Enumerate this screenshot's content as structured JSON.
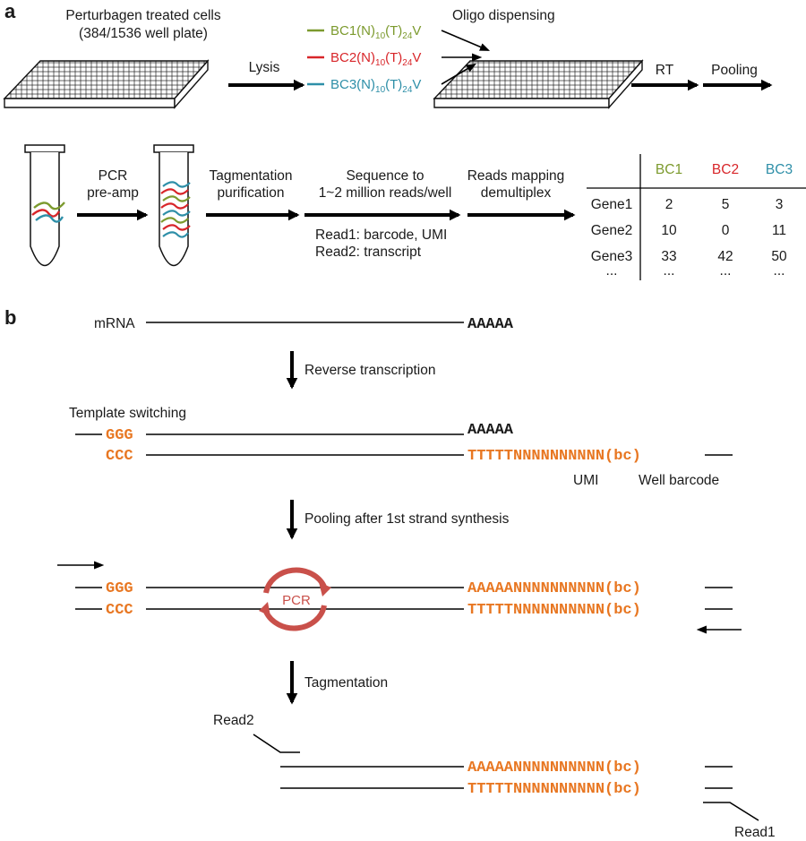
{
  "colors": {
    "bc1": "#7C9A2E",
    "bc2": "#D8262A",
    "bc3": "#2E8FA8",
    "sequence_orange": "#E87722",
    "pcr_red": "#C9504A"
  },
  "panel_a": {
    "label": "a",
    "plate_title_line1": "Perturbagen treated cells",
    "plate_title_line2": "(384/1536 well plate)",
    "lysis": "Lysis",
    "oligo_dispensing": "Oligo dispensing",
    "oligos": [
      {
        "prefix": "BC1(N)",
        "sub1": "10",
        "mid": "(T)",
        "sub2": "24",
        "suffix": "V"
      },
      {
        "prefix": "BC2(N)",
        "sub1": "10",
        "mid": "(T)",
        "sub2": "24",
        "suffix": "V"
      },
      {
        "prefix": "BC3(N)",
        "sub1": "10",
        "mid": "(T)",
        "sub2": "24",
        "suffix": "V"
      }
    ],
    "rt": "RT",
    "pooling": "Pooling",
    "pcr_line1": "PCR",
    "pcr_line2": "pre-amp",
    "tag_line1": "Tagmentation",
    "tag_line2": "purification",
    "seq_line1": "Sequence to",
    "seq_line2": "1~2 million reads/well",
    "read1": "Read1: barcode, UMI",
    "read2": "Read2: transcript",
    "map_line1": "Reads mapping",
    "map_line2": "demultiplex",
    "table": {
      "columns": [
        "BC1",
        "BC2",
        "BC3"
      ],
      "rows": [
        {
          "gene": "Gene1",
          "values": [
            "2",
            "5",
            "3"
          ]
        },
        {
          "gene": "Gene2",
          "values": [
            "10",
            "0",
            "11"
          ]
        },
        {
          "gene": "Gene3",
          "values": [
            "33",
            "42",
            "50"
          ]
        },
        {
          "gene": "...",
          "values": [
            "...",
            "...",
            "..."
          ]
        }
      ]
    }
  },
  "panel_b": {
    "label": "b",
    "mrna": "mRNA",
    "polyA": "AAAAA",
    "reverse_transcription": "Reverse transcription",
    "template_switching": "Template switching",
    "ggg": "GGG",
    "ccc": "CCC",
    "polyA_2": "AAAAA",
    "ts_bottom_seq": "TTTTTNNNNNNNNNN(bc)",
    "umi": "UMI",
    "well_barcode": "Well barcode",
    "pooling_step": "Pooling after 1st strand synthesis",
    "ggg_2": "GGG",
    "ccc_2": "CCC",
    "pcr_top_seq": "AAAAANNNNNNNNNN(bc)",
    "pcr_bottom_seq": "TTTTTNNNNNNNNNN(bc)",
    "pcr": "PCR",
    "tagmentation": "Tagmentation",
    "read2_label": "Read2",
    "tag_top_seq": "AAAAANNNNNNNNNN(bc)",
    "tag_bottom_seq": "TTTTTNNNNNNNNNN(bc)",
    "read1_label": "Read1"
  }
}
